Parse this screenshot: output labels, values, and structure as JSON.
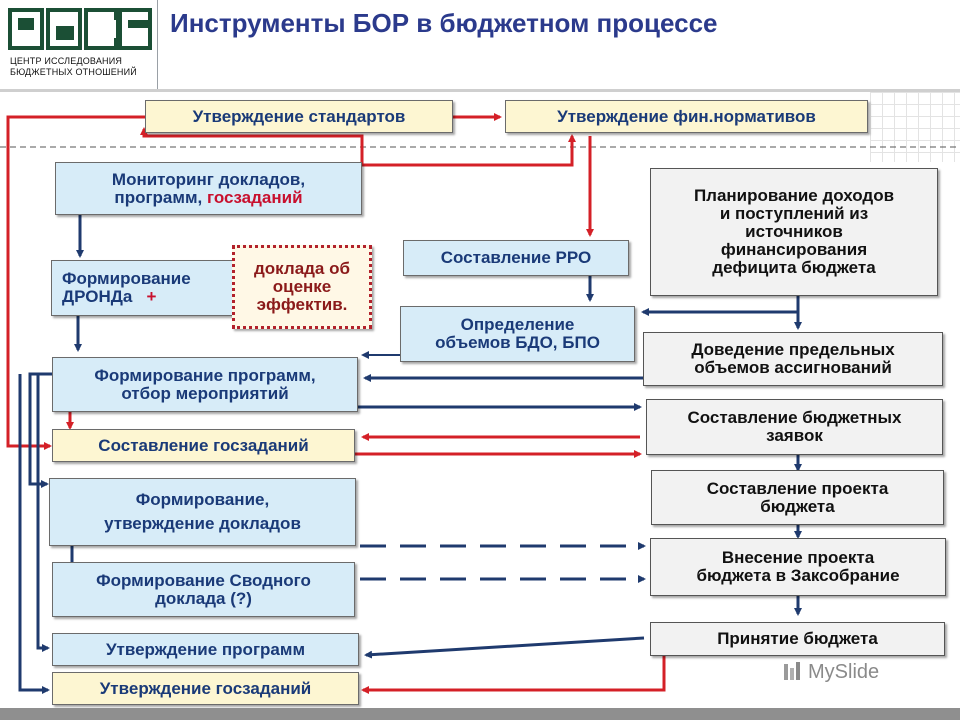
{
  "header": {
    "title": "Инструменты БОР в бюджетном процессе",
    "logo_line1": "ЦЕНТР ИССЛЕДОВАНИЯ",
    "logo_line2": "БЮДЖЕТНЫХ ОТНОШЕНИЙ"
  },
  "boxes": {
    "standards": "Утверждение стандартов",
    "fin_norms": "Утверждение фин.нормативов",
    "monitoring_1": "Мониторинг докладов,",
    "monitoring_2a": "программ, ",
    "monitoring_2b": "госзаданий",
    "dronda_1": "Формирование",
    "dronda_2": "ДРОНДа",
    "dronda_plus": "+",
    "eff_report_1": "доклада об",
    "eff_report_2": "оценке",
    "eff_report_3": "эффектив.",
    "rro": "Составление РРО",
    "bdo_1": "Определение",
    "bdo_2": "объемов БДО, БПО",
    "programs_1": "Формирование программ,",
    "programs_2": "отбор мероприятий",
    "goszadaniya": "Составление госзаданий",
    "reports_1": "Формирование,",
    "reports_2": "утверждение докладов",
    "svodny_1": "Формирование Сводного",
    "svodny_2": "доклада (?)",
    "approve_programs": "Утверждение программ",
    "approve_goszadaniya": "Утверждение госзаданий",
    "planning_1": "Планирование доходов",
    "planning_2": "и поступлений из",
    "planning_3": "источников",
    "planning_4": "финансирования",
    "planning_5": "дефицита бюджета",
    "limits_1": "Доведение предельных",
    "limits_2": "объемов ассигнований",
    "requests_1": "Составление бюджетных",
    "requests_2": "заявок",
    "draft_1": "Составление проекта",
    "draft_2": "бюджета",
    "submit_1": "Внесение проекта",
    "submit_2": "бюджета в Заксобрание",
    "adopt": "Принятие бюджета"
  },
  "watermark": "MySlide",
  "colors": {
    "navy": "#1f3a6e",
    "red": "#d42027",
    "title": "#2b3a8c"
  }
}
